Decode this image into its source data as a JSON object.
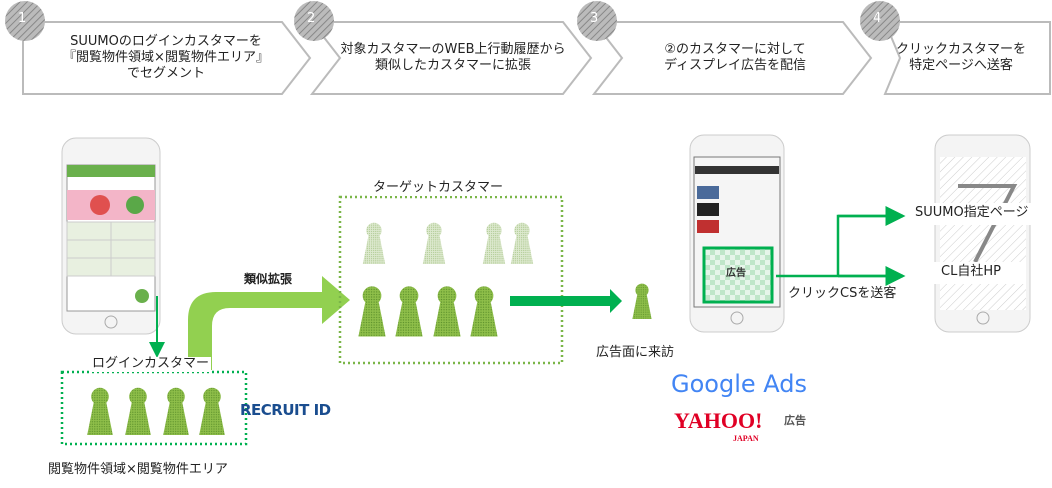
{
  "steps": [
    {
      "num": "1",
      "text": "SUUMOのログインカスタマーを\n『閲覧物件領域×閲覧物件エリア』\nでセグメント"
    },
    {
      "num": "2",
      "text": "対象カスタマーのWEB上行動履歴から\n類似したカスタマーに拡張"
    },
    {
      "num": "3",
      "text": "②のカスタマーに対して\nディスプレイ広告を配信"
    },
    {
      "num": "4",
      "text": "クリックカスタマーを\n特定ページへ送客"
    }
  ],
  "labels": {
    "login_customers": "ログインカスタマー",
    "segment": "閲覧物件領域×閲覧物件エリア",
    "recruit_id": "RECRUIT ID",
    "expand": "類似拡張",
    "target_customers": "ターゲットカスタマー",
    "visit": "広告面に来訪",
    "ad": "広告",
    "send": "クリックCSを送客",
    "suumo_page": "SUUMO指定ページ",
    "cl_hp": "CL自社HP",
    "google_ads": "Google Ads",
    "yahoo": "YAHOO!",
    "yahoo_japan": "JAPAN",
    "yahoo_ad": "広告"
  },
  "colors": {
    "green": "#00b050",
    "light_green": "#92d050",
    "person": "#7ab648",
    "person_light": "#c5dcaa"
  }
}
